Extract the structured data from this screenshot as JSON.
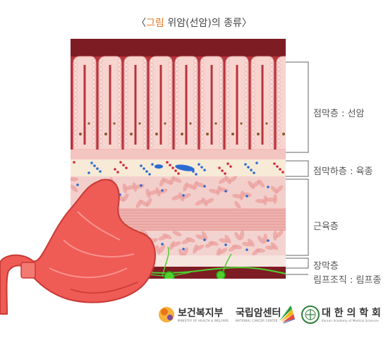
{
  "title": {
    "open": "〈",
    "prefix": "그림",
    "text": "위암(선암)의 종류",
    "close": "〉"
  },
  "layers": [
    {
      "name": "점막층",
      "sep": " : ",
      "type": "선암"
    },
    {
      "name": "점막하층",
      "sep": " : ",
      "type": "육종"
    },
    {
      "name": "근육층",
      "sep": "",
      "type": ""
    },
    {
      "name": "장막층",
      "sep": "",
      "type": ""
    },
    {
      "name": "림프조직",
      "sep": " : ",
      "type": "림프종"
    }
  ],
  "logos": [
    {
      "name": "보건복지부",
      "sub": "MINISTRY OF HEALTH & WELFARE"
    },
    {
      "name": "국립암센터",
      "sub": "NATIONAL CANCER CENTER"
    },
    {
      "name": "대 한 의 학 회",
      "sub": "Korean Academy of Medical Sciences"
    }
  ],
  "colors": {
    "mucosa": "#f6c9c4",
    "submucosa": "#f7ead6",
    "muscle": "#f2c6c2",
    "stomach": "#ef5b55",
    "lymph": "#4fcf2e",
    "accent": "#e8741c"
  }
}
